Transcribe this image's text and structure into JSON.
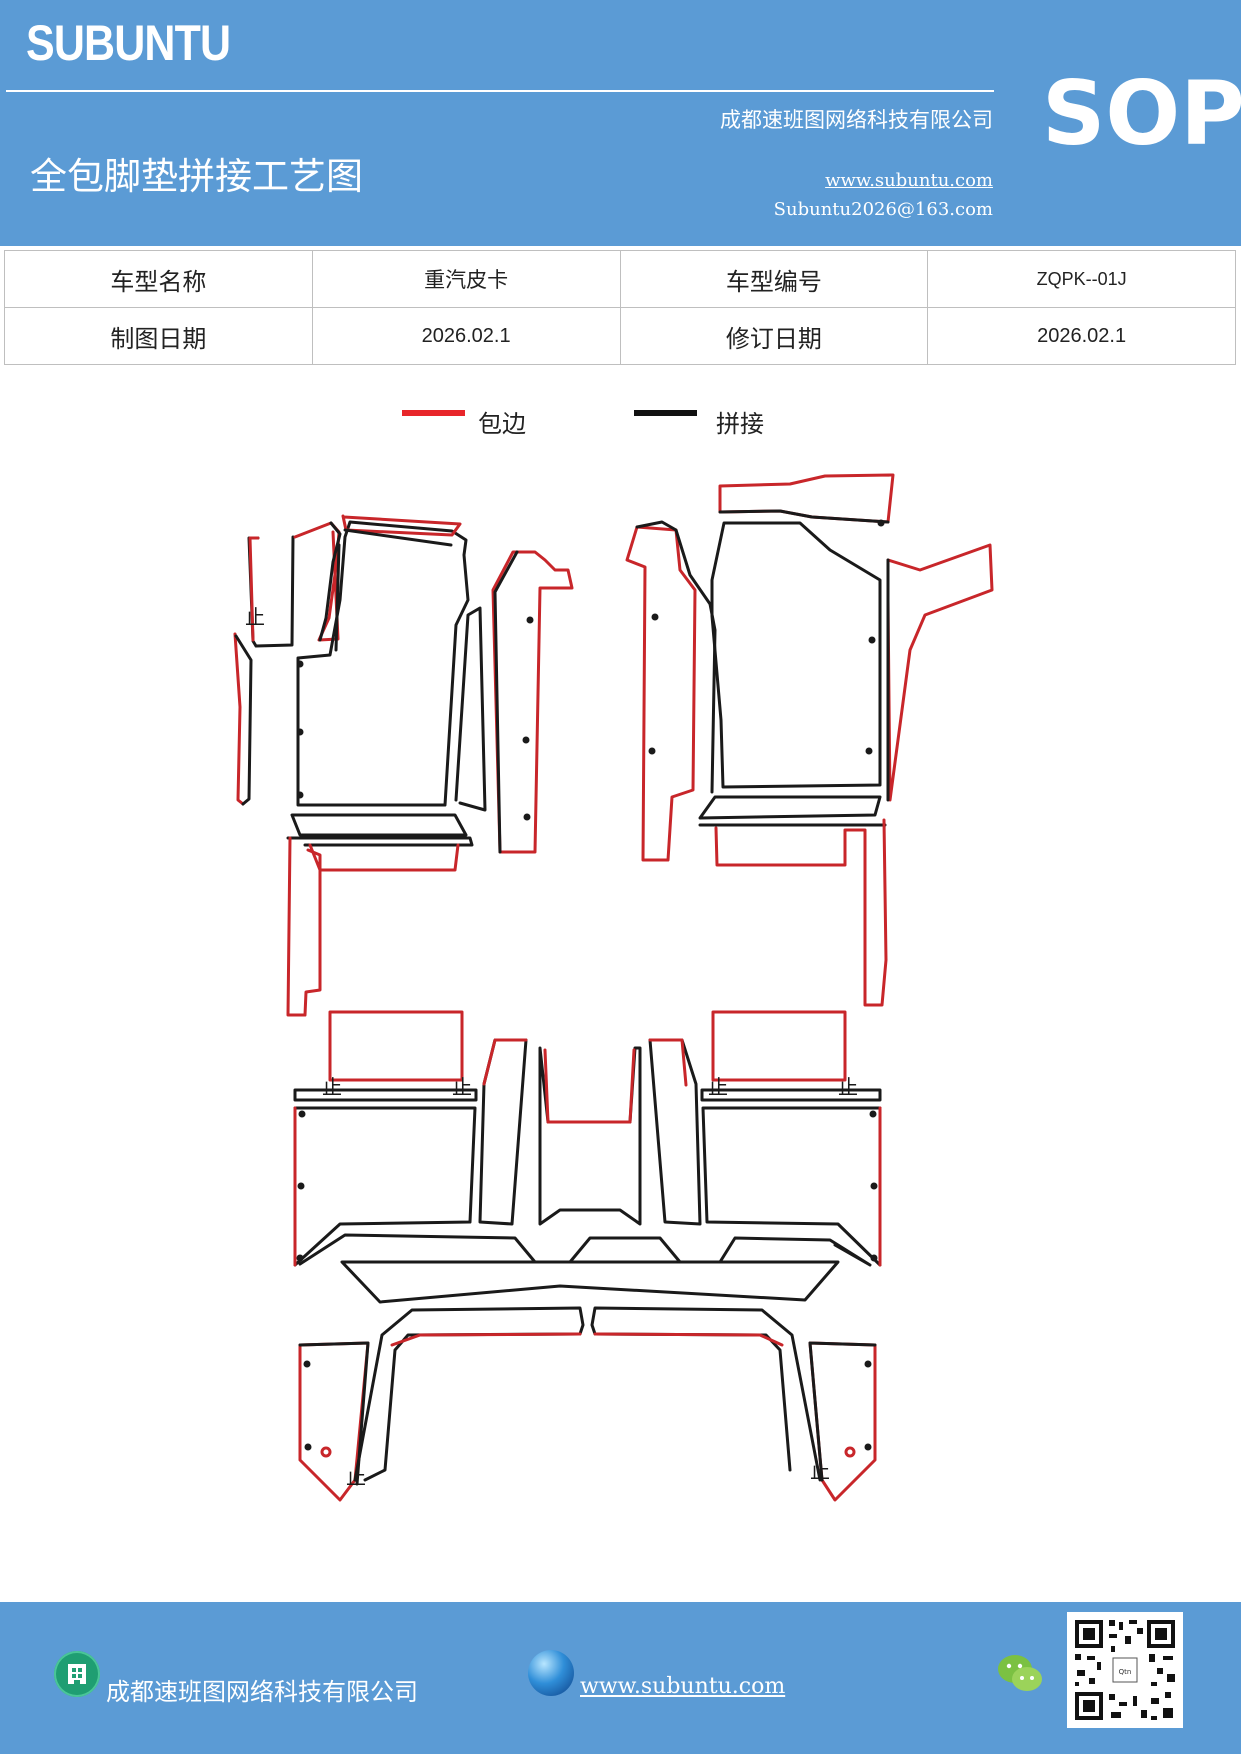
{
  "header": {
    "brand": "SUBUNTU",
    "company": "成都速班图网络科技有限公司",
    "title": "全包脚垫拼接工艺图",
    "website": "www.subuntu.com",
    "email": "Subuntu2026@163.com",
    "sop": "SOP"
  },
  "info_table": {
    "model_name_label": "车型名称",
    "model_name": "重汽皮卡",
    "model_code_label": "车型编号",
    "model_code": "ZQPK--01J",
    "draw_date_label": "制图日期",
    "draw_date": "2026.02.1",
    "revise_date_label": "修订日期",
    "revise_date": "2026.02.1"
  },
  "legend": {
    "items": [
      {
        "label": "包边",
        "color": "#e8262a"
      },
      {
        "label": "拼接",
        "color": "#111111"
      }
    ]
  },
  "drawing": {
    "mark_glyph": "止",
    "edge_color": "#c8262a",
    "seam_color": "#1a1a1a"
  },
  "footer": {
    "company": "成都速班图网络科技有限公司",
    "website": "www.subuntu.com",
    "company_icon": "building-icon",
    "website_icon": "globe-icon",
    "wechat_icon": "wechat-icon",
    "qr_icon": "qr-code-icon"
  }
}
